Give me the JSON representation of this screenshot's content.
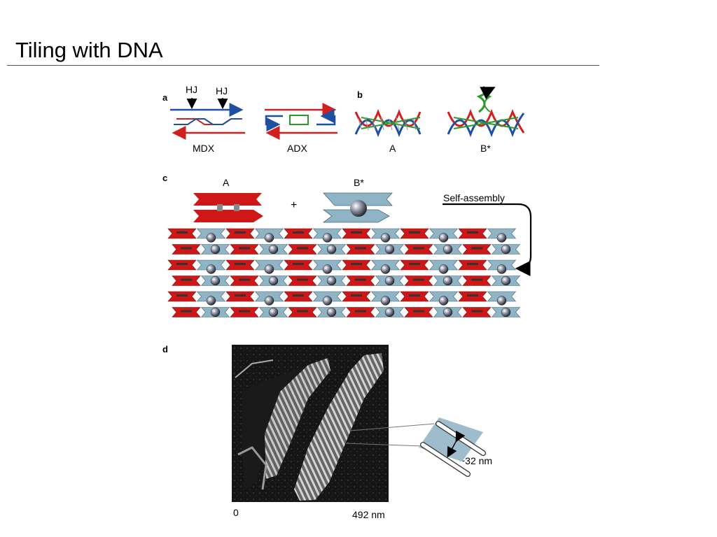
{
  "slide": {
    "title": "Tiling with DNA"
  },
  "panels": {
    "a": {
      "letter": "a",
      "hj_label_1": "HJ",
      "hj_label_2": "HJ",
      "mdx_label": "MDX",
      "adx_label": "ADX"
    },
    "b": {
      "letter": "b",
      "a_label": "A",
      "b_star_label": "B*"
    },
    "c": {
      "letter": "c",
      "a_label": "A",
      "b_star_label": "B*",
      "plus": "+",
      "self_assembly_label": "Self-assembly"
    },
    "d": {
      "letter": "d",
      "scale_start": "0",
      "scale_end": "492 nm",
      "width_label": "~32 nm"
    }
  },
  "colors": {
    "tile_a": "#d01717",
    "tile_b": "#8fb4c6",
    "strand_blue": "#1e4fa0",
    "strand_red": "#d0201f",
    "strand_green": "#2a9a2a"
  }
}
